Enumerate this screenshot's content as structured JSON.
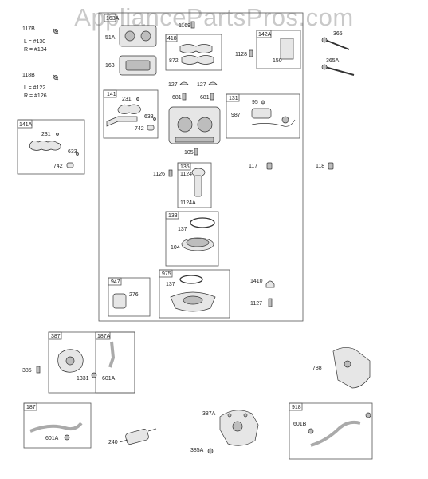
{
  "watermark": "AppliancePartsPros.com",
  "labels": {
    "p117B": "117B",
    "l130": "L = #130",
    "r134": "R = #134",
    "p118B": "118B",
    "l122": "L = #122",
    "r126": "R = #126",
    "p141A_box": "141A",
    "p231a": "231",
    "p633a": "633",
    "p742a": "742",
    "p163_box": "163A",
    "p51A": "51A",
    "p163": "163",
    "p1169": "1169",
    "p418": "418",
    "p872": "872",
    "p142A": "142A",
    "p150": "150",
    "p1128": "1128",
    "p365": "365",
    "p365A": "365A",
    "p127a": "127",
    "p127b": "127",
    "p141": "141",
    "p231b": "231",
    "p633b": "633",
    "p742b": "742",
    "p681a": "681",
    "p681b": "681",
    "p131": "131",
    "p95": "95",
    "p987": "987",
    "p105": "105",
    "p117": "117",
    "p118": "118",
    "p1126": "1126",
    "p135": "135",
    "p1124": "1124",
    "p1124A": "1124A",
    "p133": "133",
    "p137a": "137",
    "p104": "104",
    "p947": "947",
    "p276": "276",
    "p975": "975",
    "p137b": "137",
    "p1410": "1410",
    "p1127": "1127",
    "p387": "387",
    "p187A": "187A",
    "p385": "385",
    "p1331": "1331",
    "p601A_a": "601A",
    "p788": "788",
    "p187": "187",
    "p601A_b": "601A",
    "p240": "240",
    "p387A": "387A",
    "p385A": "385A",
    "p918": "918",
    "p601B": "601B"
  },
  "icons": [
    "screw-icon",
    "gasket-icon",
    "carburetor-icon",
    "fuel-pump-icon",
    "fuel-filter-icon",
    "hose-icon",
    "bracket-icon"
  ]
}
